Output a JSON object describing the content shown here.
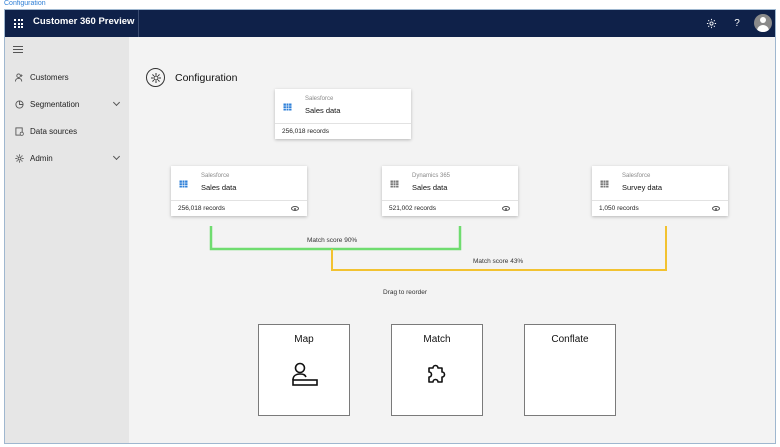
{
  "caption": "Configuration",
  "header": {
    "app_title": "Customer 360 Preview",
    "settings_icon": "gear-icon",
    "help_label": "?",
    "avatar_icon": "user-avatar"
  },
  "sidebar": {
    "items": [
      {
        "label": "Customers",
        "icon": "person-icon",
        "expandable": false
      },
      {
        "label": "Segmentation",
        "icon": "segment-icon",
        "expandable": true
      },
      {
        "label": "Data sources",
        "icon": "data-source-icon",
        "expandable": false
      },
      {
        "label": "Admin",
        "icon": "gear-icon",
        "expandable": true
      }
    ]
  },
  "page": {
    "title": "Configuration"
  },
  "cards": {
    "top": {
      "source": "Salesforce",
      "name": "Sales data",
      "records": "256,018 records"
    },
    "left": {
      "source": "Salesforce",
      "name": "Sales data",
      "records": "256,018 records"
    },
    "middle": {
      "source": "Dynamics 365",
      "name": "Sales data",
      "records": "521,002 records"
    },
    "right": {
      "source": "Salesforce",
      "name": "Survey data",
      "records": "1,050 records"
    }
  },
  "matches": [
    {
      "label": "Match score 90%",
      "color": "#6fdc6f"
    },
    {
      "label": "Match score 43%",
      "color": "#f2c230"
    }
  ],
  "drag_hint": "Drag to reorder",
  "stages": [
    {
      "label": "Map",
      "icon": "map-icon"
    },
    {
      "label": "Match",
      "icon": "puzzle-icon"
    },
    {
      "label": "Conflate",
      "icon": ""
    }
  ],
  "colors": {
    "topbar": "#0f2149",
    "sidebar": "#e6e6e6",
    "canvas": "#f3f3f3",
    "salesforce_icon": "#2d7fd8",
    "dynamics_icon": "#777777"
  }
}
